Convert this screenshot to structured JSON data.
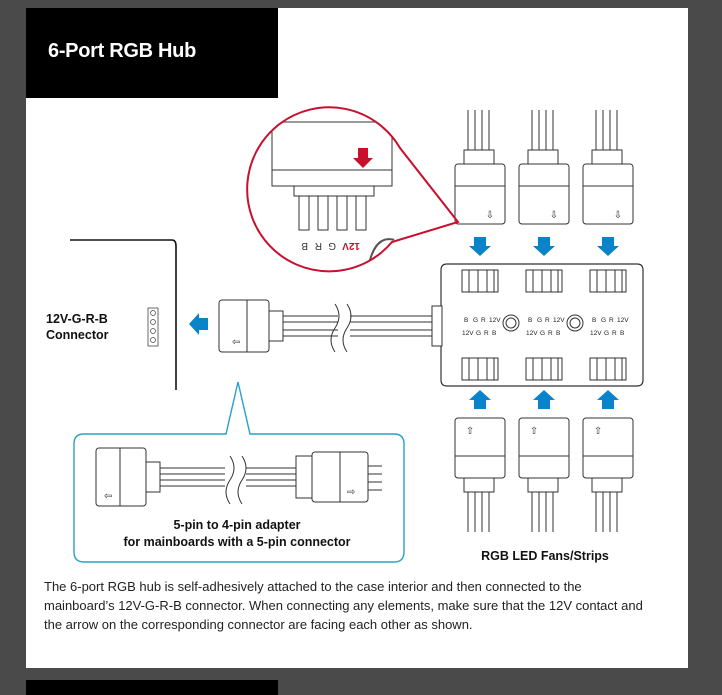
{
  "header": {
    "title": "6-Port RGB Hub"
  },
  "labels": {
    "connector_line1": "12V-G-R-B",
    "connector_line2": "Connector",
    "adapter_line1": "5-pin to 4-pin adapter",
    "adapter_line2": "for mainboards with a 5-pin connector",
    "fans": "RGB LED Fans/Strips"
  },
  "pins": {
    "v12": "12V",
    "g": "G",
    "r": "R",
    "b": "B"
  },
  "zoom_pins": [
    "12V",
    "G",
    "R",
    "B"
  ],
  "body_text": "The 6-port RGB hub is self-adhesively attached to the case interior and then connected to the mainboard’s 12V-G-R-B connector. When connecting any elements, make sure that the 12V contact and the arrow on the corresponding connector are facing each other as shown.",
  "colors": {
    "accent_blue": "#0a84c8",
    "zoom_red": "#c8102e",
    "callout_teal": "#2aa0c8"
  }
}
